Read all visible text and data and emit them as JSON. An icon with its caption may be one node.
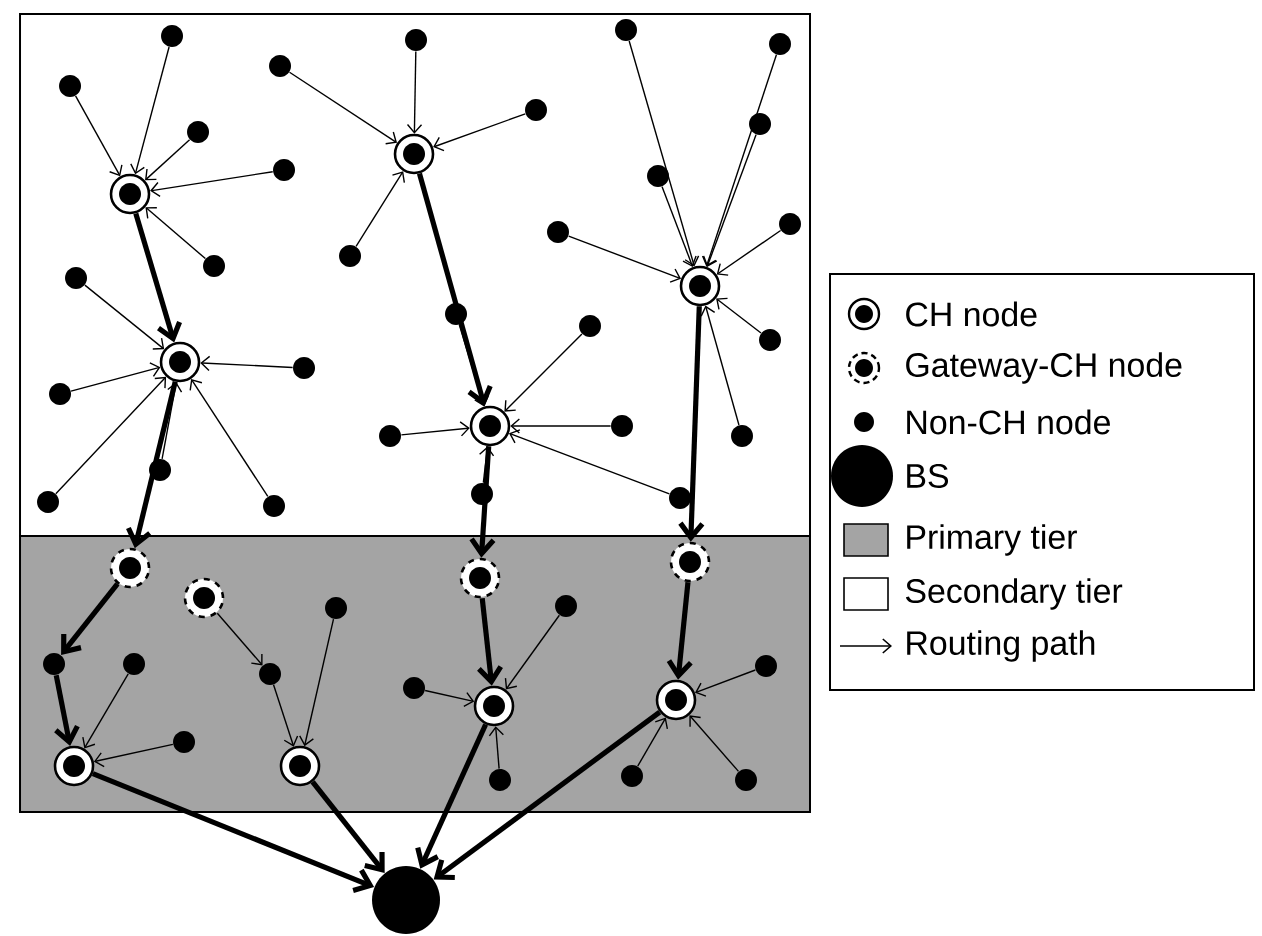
{
  "diagram": {
    "nodes": [
      {
        "text": [],
        "shape": "circle"
      },
      {
        "text": [],
        "shape": "circle"
      },
      {
        "text": [],
        "shape": "circle"
      },
      {
        "text": [],
        "shape": "circle"
      },
      {
        "text": [],
        "shape": "circle"
      },
      {
        "text": [],
        "shape": "circle"
      },
      {
        "text": [],
        "shape": "circle"
      },
      {
        "text": [],
        "shape": "circle"
      },
      {
        "text": [],
        "shape": "circle"
      },
      {
        "text": [],
        "shape": "circle"
      },
      {
        "text": [],
        "shape": "circle"
      },
      {
        "text": [],
        "shape": "circle"
      },
      {
        "text": [],
        "shape": "circle"
      },
      {
        "text": [],
        "shape": "circle"
      },
      {
        "text": [],
        "shape": "circle"
      },
      {
        "text": [],
        "shape": "circle"
      },
      {
        "text": [],
        "shape": "circle"
      },
      {
        "text": [],
        "shape": "circle"
      },
      {
        "text": [],
        "shape": "circle"
      },
      {
        "text": [],
        "shape": "circle"
      },
      {
        "text": [],
        "shape": "circle"
      },
      {
        "text": [],
        "shape": "circle"
      },
      {
        "text": [],
        "shape": "circle"
      },
      {
        "text": [],
        "shape": "circle"
      },
      {
        "text": [],
        "shape": "circle"
      },
      {
        "text": [],
        "shape": "circle"
      },
      {
        "text": [],
        "shape": "circle"
      },
      {
        "text": [],
        "shape": "circle"
      },
      {
        "text": [],
        "shape": "circle"
      },
      {
        "text": [],
        "shape": "circle"
      },
      {
        "text": [],
        "shape": "circle"
      },
      {
        "text": [],
        "shape": "circle"
      },
      {
        "text": [],
        "shape": "circle"
      },
      {
        "text": [],
        "shape": "circle"
      },
      {
        "text": [],
        "shape": "circle"
      },
      {
        "text": [],
        "shape": "circle"
      },
      {
        "text": [],
        "shape": "circle"
      },
      {
        "text": [],
        "shape": "circle"
      },
      {
        "text": [],
        "shape": "circle"
      },
      {
        "text": [],
        "shape": "circle"
      },
      {
        "text": [],
        "shape": "circle"
      },
      {
        "text": [],
        "shape": "circle"
      },
      {
        "text": [],
        "shape": "circle"
      },
      {
        "text": [],
        "shape": "circle"
      },
      {
        "text": [],
        "shape": "circle"
      },
      {
        "text": [],
        "shape": "circle"
      },
      {
        "text": [],
        "shape": "circle"
      },
      {
        "text": [],
        "shape": "circle"
      },
      {
        "text": [],
        "shape": "circle"
      },
      {
        "text": [],
        "shape": "circle"
      },
      {
        "text": [],
        "shape": "circle"
      },
      {
        "text": [],
        "shape": "circle"
      },
      {
        "text": [],
        "shape": "circle"
      },
      {
        "text": [],
        "shape": "circle"
      }
    ],
    "edges": [
      {
        "from": 1,
        "to": 0,
        "arrow": "to"
      },
      {
        "from": 2,
        "to": 0,
        "arrow": "to"
      },
      {
        "from": 3,
        "to": 0,
        "arrow": "to"
      },
      {
        "from": 4,
        "to": 0,
        "arrow": "to"
      },
      {
        "from": 5,
        "to": 0,
        "arrow": "to"
      },
      {
        "from": 0,
        "to": 6,
        "arrow": "to",
        "style": "thick"
      },
      {
        "from": 7,
        "to": 6,
        "arrow": "to"
      },
      {
        "from": 8,
        "to": 6,
        "arrow": "to"
      },
      {
        "from": 9,
        "to": 6,
        "arrow": "to"
      },
      {
        "from": 10,
        "to": 6,
        "arrow": "to"
      },
      {
        "from": 11,
        "to": 6,
        "arrow": "to"
      },
      {
        "from": 12,
        "to": 6,
        "arrow": "to"
      },
      {
        "from": 6,
        "to": 34,
        "arrow": "to",
        "style": "thick"
      },
      {
        "from": 14,
        "to": 13,
        "arrow": "to"
      },
      {
        "from": 15,
        "to": 13,
        "arrow": "to"
      },
      {
        "from": 16,
        "to": 13,
        "arrow": "to"
      },
      {
        "from": 17,
        "to": 13,
        "arrow": "to"
      },
      {
        "from": 13,
        "to": 18,
        "arrow": "to",
        "style": "thick"
      },
      {
        "from": 19,
        "to": 18,
        "arrow": "to"
      },
      {
        "from": 20,
        "to": 18,
        "arrow": "to"
      },
      {
        "from": 21,
        "to": 18,
        "arrow": "to"
      },
      {
        "from": 22,
        "to": 18,
        "arrow": "to"
      },
      {
        "from": 23,
        "to": 18,
        "arrow": "to"
      },
      {
        "from": 24,
        "to": 18,
        "arrow": "to"
      },
      {
        "from": 18,
        "to": 36,
        "arrow": "to",
        "style": "thick"
      },
      {
        "from": 26,
        "to": 25,
        "arrow": "to"
      },
      {
        "from": 27,
        "to": 25,
        "arrow": "to"
      },
      {
        "from": 28,
        "to": 25,
        "arrow": "to"
      },
      {
        "from": 29,
        "to": 25,
        "arrow": "to"
      },
      {
        "from": 30,
        "to": 25,
        "arrow": "to"
      },
      {
        "from": 31,
        "to": 25,
        "arrow": "to"
      },
      {
        "from": 32,
        "to": 25,
        "arrow": "to"
      },
      {
        "from": 33,
        "to": 25,
        "arrow": "to"
      },
      {
        "from": 25,
        "to": 37,
        "arrow": "to",
        "style": "thick"
      },
      {
        "from": 34,
        "to": 38,
        "arrow": "to",
        "style": "thick"
      },
      {
        "from": 38,
        "to": 40,
        "arrow": "to",
        "style": "thick"
      },
      {
        "from": 39,
        "to": 40,
        "arrow": "to"
      },
      {
        "from": 41,
        "to": 40,
        "arrow": "to"
      },
      {
        "from": 40,
        "to": 53,
        "arrow": "to",
        "style": "thick"
      },
      {
        "from": 35,
        "to": 42,
        "arrow": "to"
      },
      {
        "from": 42,
        "to": 44,
        "arrow": "to"
      },
      {
        "from": 43,
        "to": 44,
        "arrow": "to"
      },
      {
        "from": 44,
        "to": 53,
        "arrow": "to",
        "style": "thick"
      },
      {
        "from": 36,
        "to": 47,
        "arrow": "to",
        "style": "thick"
      },
      {
        "from": 45,
        "to": 47,
        "arrow": "to"
      },
      {
        "from": 46,
        "to": 47,
        "arrow": "to"
      },
      {
        "from": 48,
        "to": 47,
        "arrow": "to"
      },
      {
        "from": 47,
        "to": 53,
        "arrow": "to",
        "style": "thick"
      },
      {
        "from": 37,
        "to": 50,
        "arrow": "to",
        "style": "thick"
      },
      {
        "from": 49,
        "to": 50,
        "arrow": "to"
      },
      {
        "from": 51,
        "to": 50,
        "arrow": "to"
      },
      {
        "from": 52,
        "to": 50,
        "arrow": "to"
      },
      {
        "from": 50,
        "to": 53,
        "arrow": "to",
        "style": "thick"
      }
    ],
    "legend": [
      {
        "text": "CH node"
      },
      {
        "text": "Gateway-CH node"
      },
      {
        "text": "Non-CH node"
      },
      {
        "text": "BS"
      },
      {
        "text": "Primary tier",
        "color": "#a4a4a4"
      },
      {
        "text": "Secondary tier"
      },
      {
        "text": "Routing path"
      }
    ]
  }
}
